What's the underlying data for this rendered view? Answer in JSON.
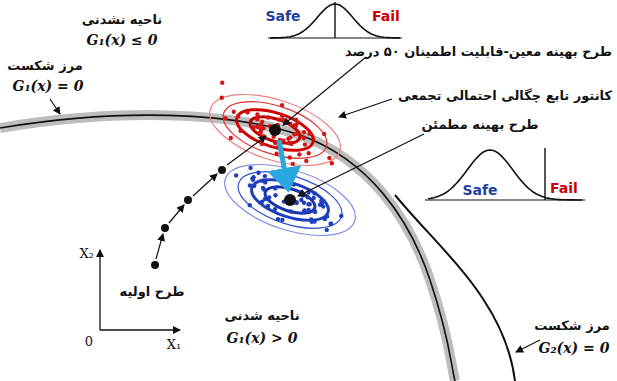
{
  "diagram": {
    "labels": [
      "ناحیه نشدنی",
      "G₁(x) ≤ 0",
      "مرز شکست",
      "G₁(x) = 0",
      "Safe",
      "Fail",
      "طرح بهینه معین-قابلیت اطمینان ۵۰ درصد",
      "کانتور تابع چگالی احتمالی تجمعی",
      "طرح بهینه مطمئن",
      "Safe",
      "Fail",
      "X₂",
      "X₁",
      "0",
      "طرح اولیه",
      "ناحیه شدنی",
      "G₁(x) > 0",
      "مرز شکست",
      "G₂(x) = 0"
    ]
  }
}
